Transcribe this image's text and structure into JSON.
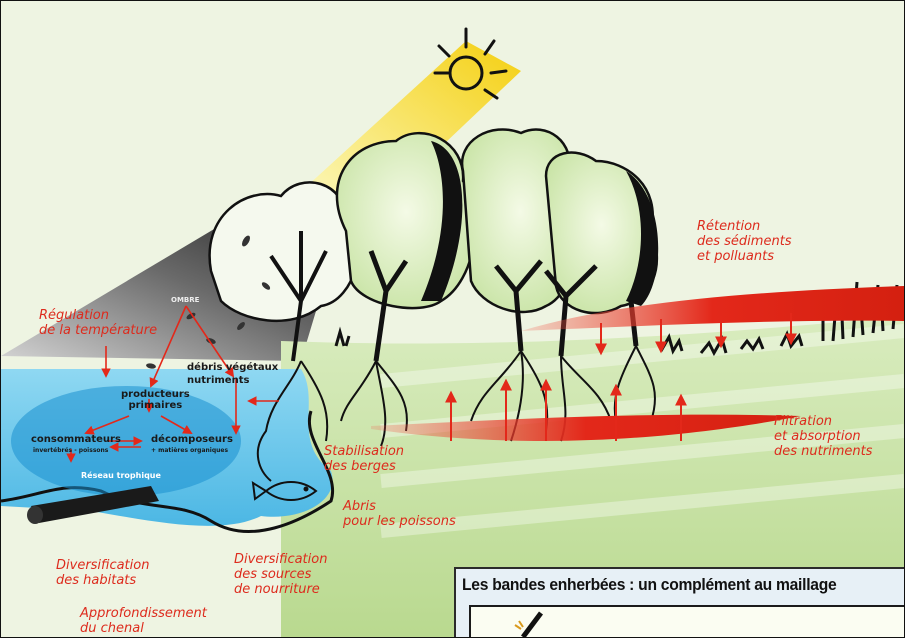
{
  "labels": {
    "regulation": [
      "Régulation",
      "de la température"
    ],
    "ombre": "OMBRE",
    "debris": "débris végétaux",
    "nutriments": "nutriments",
    "producteurs": [
      "producteurs",
      "primaires"
    ],
    "consommateurs": "consommateurs",
    "consommateurs_sub": "invertébrés - poissons",
    "decomposeurs": "décomposeurs",
    "decomposeurs_sub": "+ matières organiques",
    "reseau": "Réseau trophique",
    "retention": [
      "Rétention",
      "des sédiments",
      "et polluants"
    ],
    "filtration": [
      "Filtration",
      "et absorption",
      "des nutriments"
    ],
    "stabilisation": [
      "Stabilisation",
      "des berges"
    ],
    "abris": [
      "Abris",
      "pour les poissons"
    ],
    "diversification_habitats": [
      "Diversification",
      "des habitats"
    ],
    "diversification_sources": [
      "Diversification",
      "des sources",
      "de nourriture"
    ],
    "approfondissement": [
      "Approfondissement",
      "du chenal"
    ]
  },
  "banner": {
    "title": "Les bandes enherbées : un complément au maillage"
  },
  "colors": {
    "label_red": "#dd2b1d",
    "water_blue": "#5cc3ea",
    "sun_yellow": "#f4d21a",
    "grass_green": "#c9e3a8",
    "background": "#e9f2d9"
  }
}
